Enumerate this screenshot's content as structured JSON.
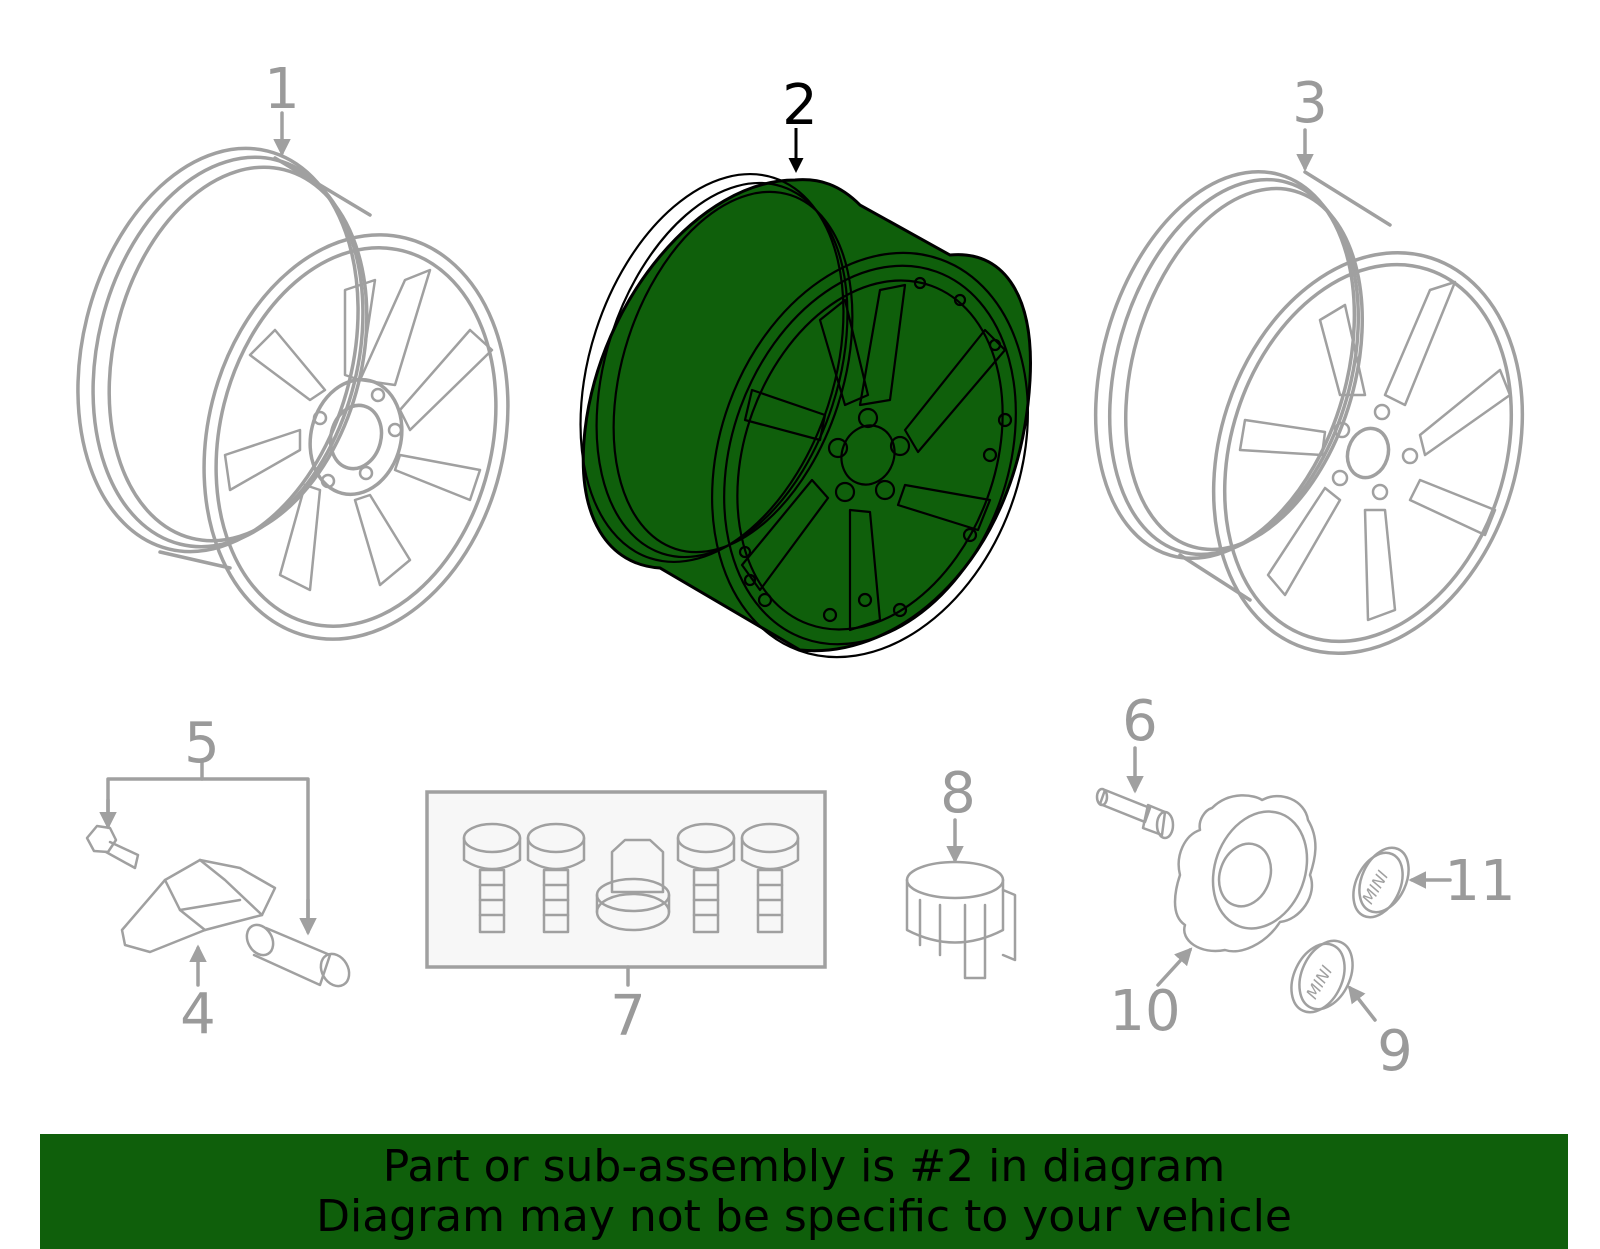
{
  "callouts": {
    "c1": "1",
    "c2": "2",
    "c3": "3",
    "c4": "4",
    "c5": "5",
    "c6": "6",
    "c7": "7",
    "c8": "8",
    "c9": "9",
    "c10": "10",
    "c11": "11"
  },
  "highlighted_part": "2",
  "colors": {
    "highlight": "#0f5f0b",
    "outline": "#a0a0a0",
    "banner": "#0f5f0b"
  },
  "cap_logo": "MINI",
  "banner": {
    "line1": "Part or sub-assembly is #2 in diagram",
    "line2": "Diagram may not be specific to your vehicle"
  }
}
